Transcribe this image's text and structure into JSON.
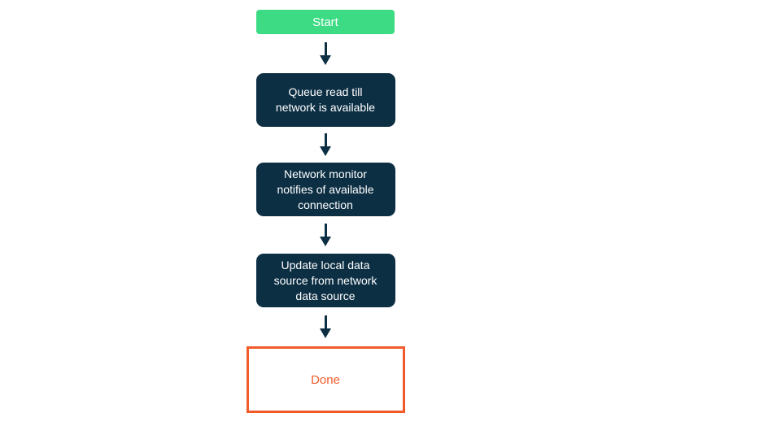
{
  "page": {
    "background": "#ffffff"
  },
  "diagram": {
    "type": "flowchart",
    "direction": "top-down",
    "arrow_color": "#0d2f44",
    "colors": {
      "start_fill": "#3ddc84",
      "process_fill": "#0d2f44",
      "end_border": "#f15b2b",
      "end_text": "#f15b2b",
      "node_text": "#ffffff"
    },
    "nodes": [
      {
        "id": "start",
        "kind": "start",
        "label": "Start",
        "lines": [
          "Start"
        ]
      },
      {
        "id": "queue-read",
        "kind": "process",
        "label": "Queue read till network is available",
        "lines": [
          "Queue read till",
          "network is available"
        ]
      },
      {
        "id": "network-monitor",
        "kind": "process",
        "label": "Network monitor notifies of available connection",
        "lines": [
          "Network monitor",
          "notifies of available",
          "connection"
        ]
      },
      {
        "id": "update-local-data",
        "kind": "process",
        "label": "Update local data source from network data source",
        "lines": [
          "Update local data",
          "source from network",
          "data source"
        ]
      },
      {
        "id": "done",
        "kind": "end",
        "label": "Done",
        "lines": [
          "Done"
        ]
      }
    ],
    "edges": [
      {
        "from": "start",
        "to": "queue-read"
      },
      {
        "from": "queue-read",
        "to": "network-monitor"
      },
      {
        "from": "network-monitor",
        "to": "update-local-data"
      },
      {
        "from": "update-local-data",
        "to": "done"
      }
    ]
  }
}
